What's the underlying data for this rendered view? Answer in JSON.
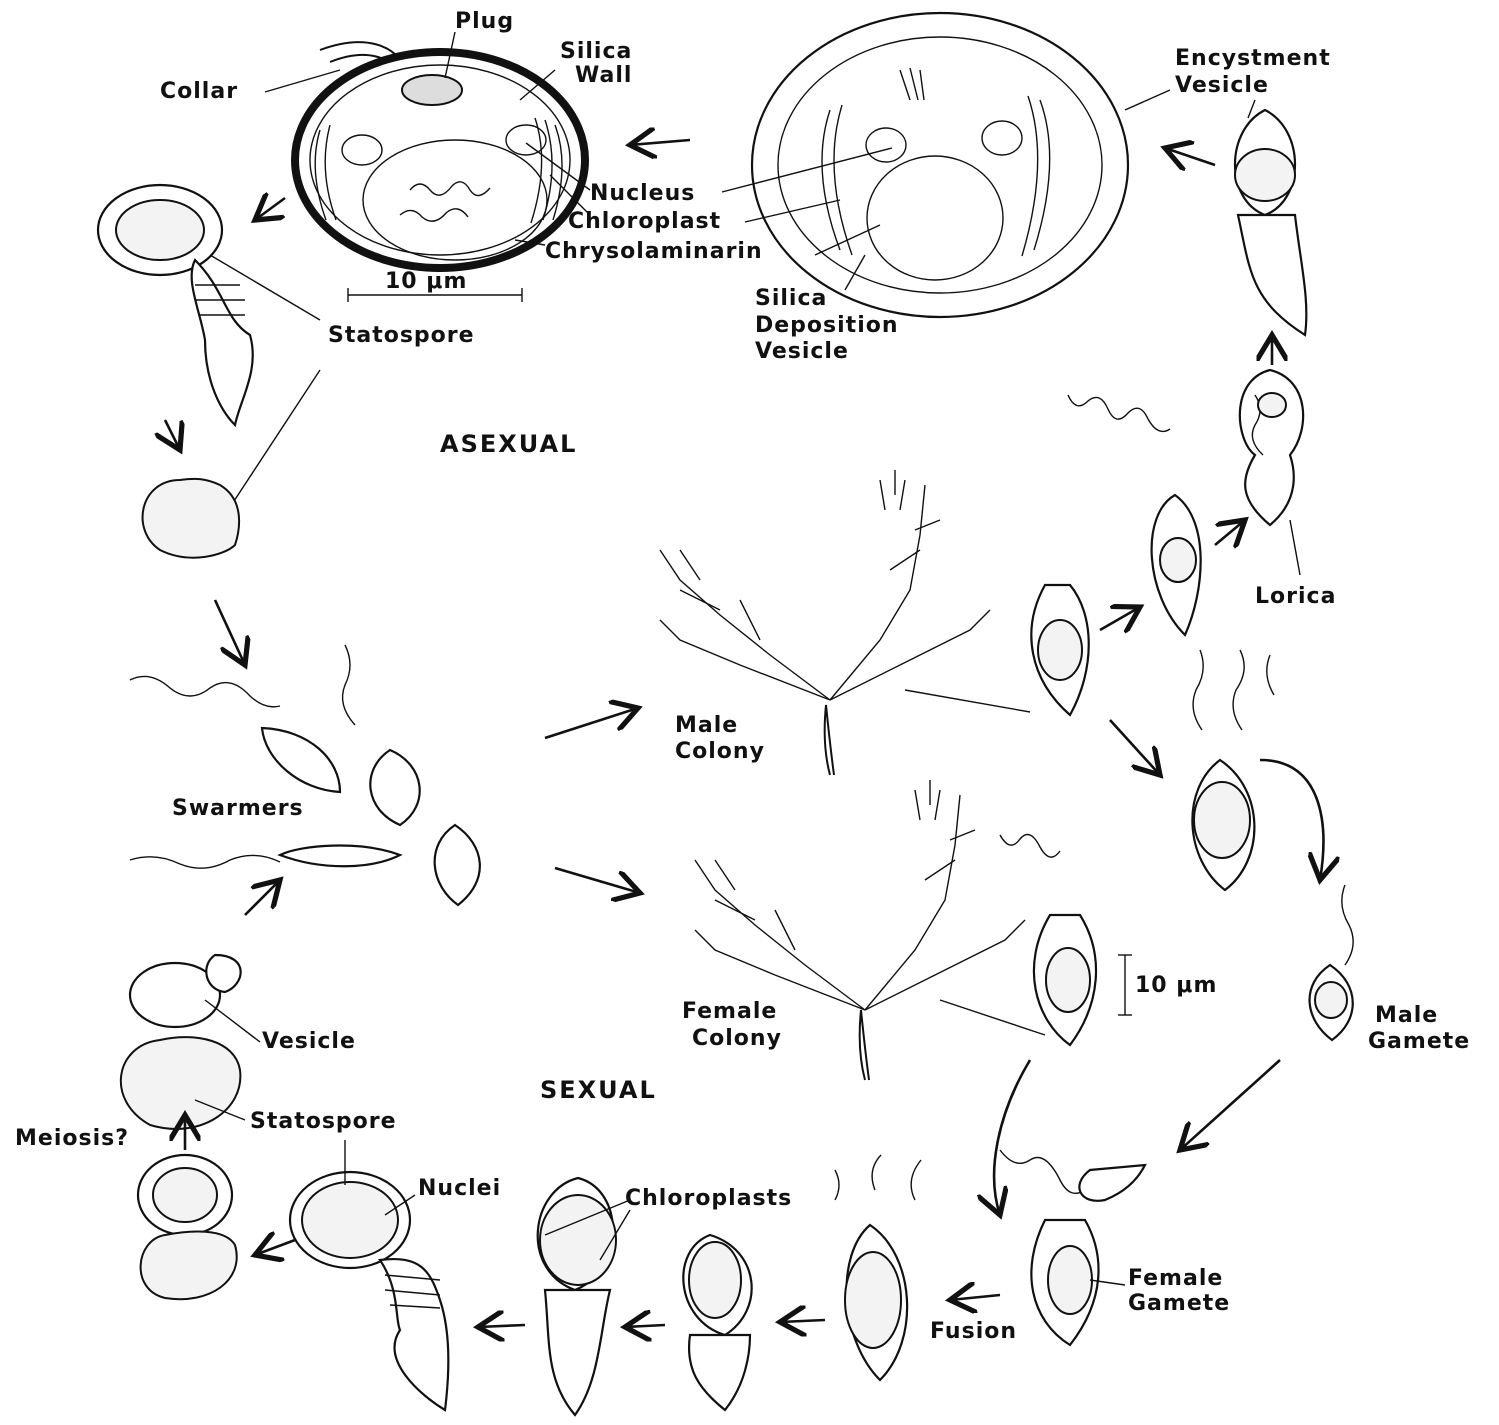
{
  "diagram": {
    "section_labels": {
      "asexual": "ASEXUAL",
      "sexual": "SEXUAL"
    },
    "labels": {
      "plug": "Plug",
      "silica_wall_1": "Silica",
      "silica_wall_2": "Wall",
      "collar": "Collar",
      "nucleus": "Nucleus",
      "chloroplast": "Chloroplast",
      "chrysolaminarin": "Chrysolaminarin",
      "scale_top": "10 μm",
      "statospore_top": "Statospore",
      "silica_dep_1": "Silica",
      "silica_dep_2": "Deposition",
      "silica_dep_3": "Vesicle",
      "encystment_1": "Encystment",
      "encystment_2": "Vesicle",
      "lorica": "Lorica",
      "male_colony_1": "Male",
      "male_colony_2": "Colony",
      "female_colony_1": "Female",
      "female_colony_2": "Colony",
      "swarmers": "Swarmers",
      "scale_mid": "10 μm",
      "male_gamete_1": "Male",
      "male_gamete_2": "Gamete",
      "vesicle": "Vesicle",
      "statospore_bottom": "Statospore",
      "meiosis": "Meiosis?",
      "nuclei": "Nuclei",
      "chloroplasts": "Chloroplasts",
      "female_gamete_1": "Female",
      "female_gamete_2": "Gamete",
      "fusion": "Fusion"
    }
  }
}
